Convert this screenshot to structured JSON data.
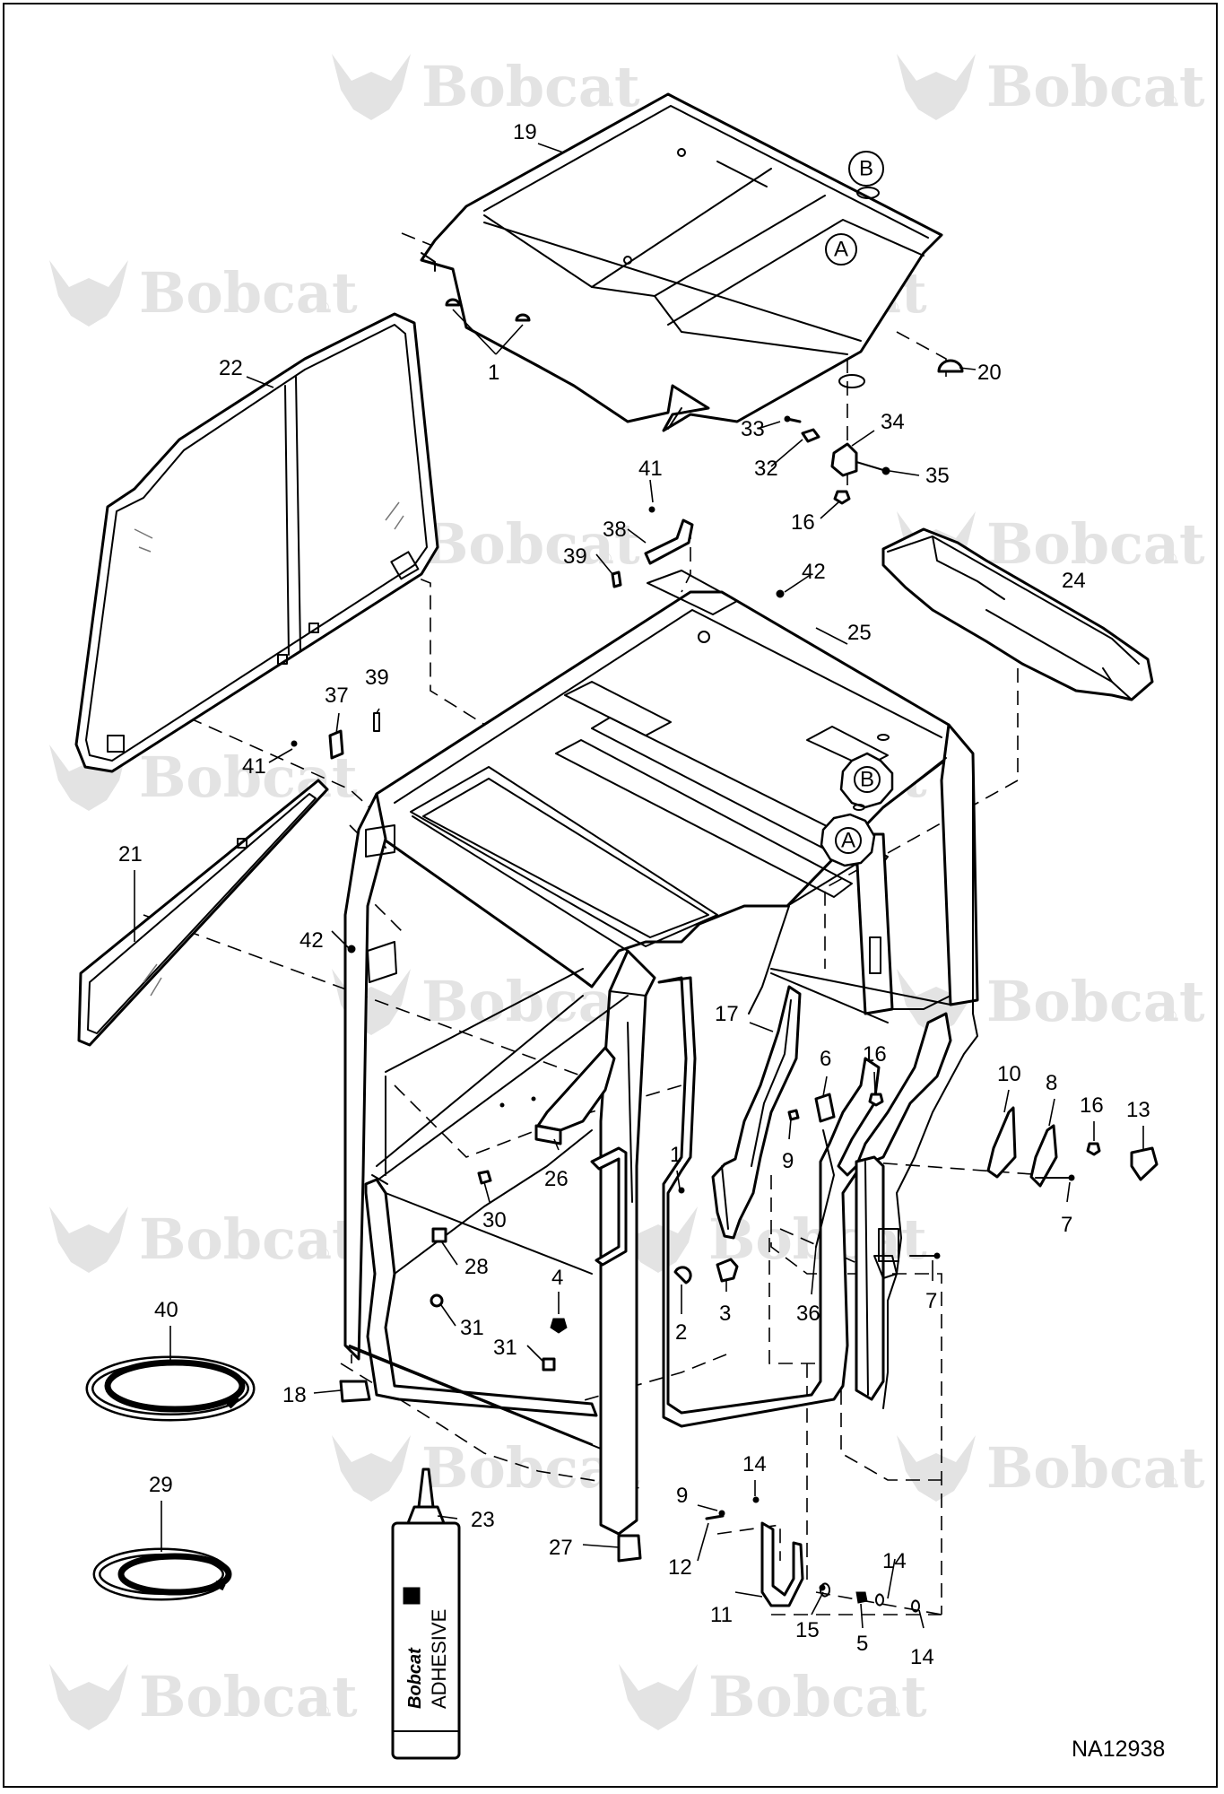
{
  "watermark": {
    "text": "Bobcat",
    "registered": "®"
  },
  "document_number": "NA12938",
  "adhesive_tube": {
    "brand": "Bobcat",
    "text": "ADHESIVE"
  },
  "callouts": [
    {
      "label": "A"
    },
    {
      "label": "B"
    },
    {
      "label": "B"
    },
    {
      "label": "A"
    }
  ],
  "part_labels": [
    {
      "num": "19"
    },
    {
      "num": "1"
    },
    {
      "num": "20"
    },
    {
      "num": "22"
    },
    {
      "num": "33"
    },
    {
      "num": "34"
    },
    {
      "num": "32"
    },
    {
      "num": "35"
    },
    {
      "num": "41"
    },
    {
      "num": "38"
    },
    {
      "num": "39"
    },
    {
      "num": "16"
    },
    {
      "num": "42"
    },
    {
      "num": "24"
    },
    {
      "num": "25"
    },
    {
      "num": "37"
    },
    {
      "num": "39"
    },
    {
      "num": "41"
    },
    {
      "num": "21"
    },
    {
      "num": "42"
    },
    {
      "num": "17"
    },
    {
      "num": "6"
    },
    {
      "num": "16"
    },
    {
      "num": "10"
    },
    {
      "num": "8"
    },
    {
      "num": "16"
    },
    {
      "num": "13"
    },
    {
      "num": "9"
    },
    {
      "num": "26"
    },
    {
      "num": "1"
    },
    {
      "num": "7"
    },
    {
      "num": "30"
    },
    {
      "num": "28"
    },
    {
      "num": "4"
    },
    {
      "num": "3"
    },
    {
      "num": "2"
    },
    {
      "num": "36"
    },
    {
      "num": "7"
    },
    {
      "num": "40"
    },
    {
      "num": "31"
    },
    {
      "num": "31"
    },
    {
      "num": "18"
    },
    {
      "num": "29"
    },
    {
      "num": "23"
    },
    {
      "num": "9"
    },
    {
      "num": "14"
    },
    {
      "num": "27"
    },
    {
      "num": "12"
    },
    {
      "num": "14"
    },
    {
      "num": "11"
    },
    {
      "num": "15"
    },
    {
      "num": "5"
    },
    {
      "num": "14"
    }
  ]
}
